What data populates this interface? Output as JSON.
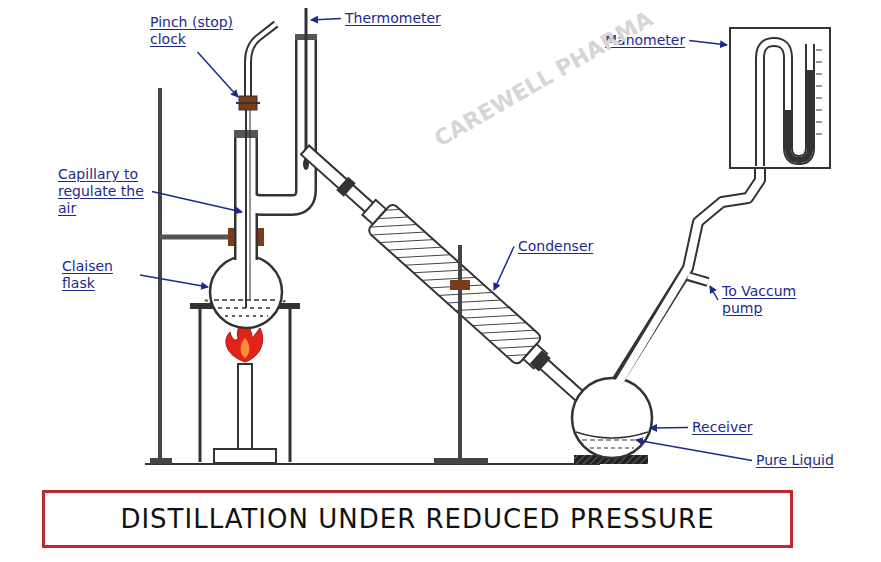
{
  "diagram": {
    "title": "DISTILLATION UNDER REDUCED PRESSURE",
    "labels": [
      "Pinch (stop) clock",
      "Thermometer",
      "Capillary to regulate the air",
      "Claisen flask",
      "Condenser",
      "Manometer",
      "To Vaccum pump",
      "Receiver",
      "Pure Liquid",
      "CAREWELL PHARMA"
    ]
  }
}
